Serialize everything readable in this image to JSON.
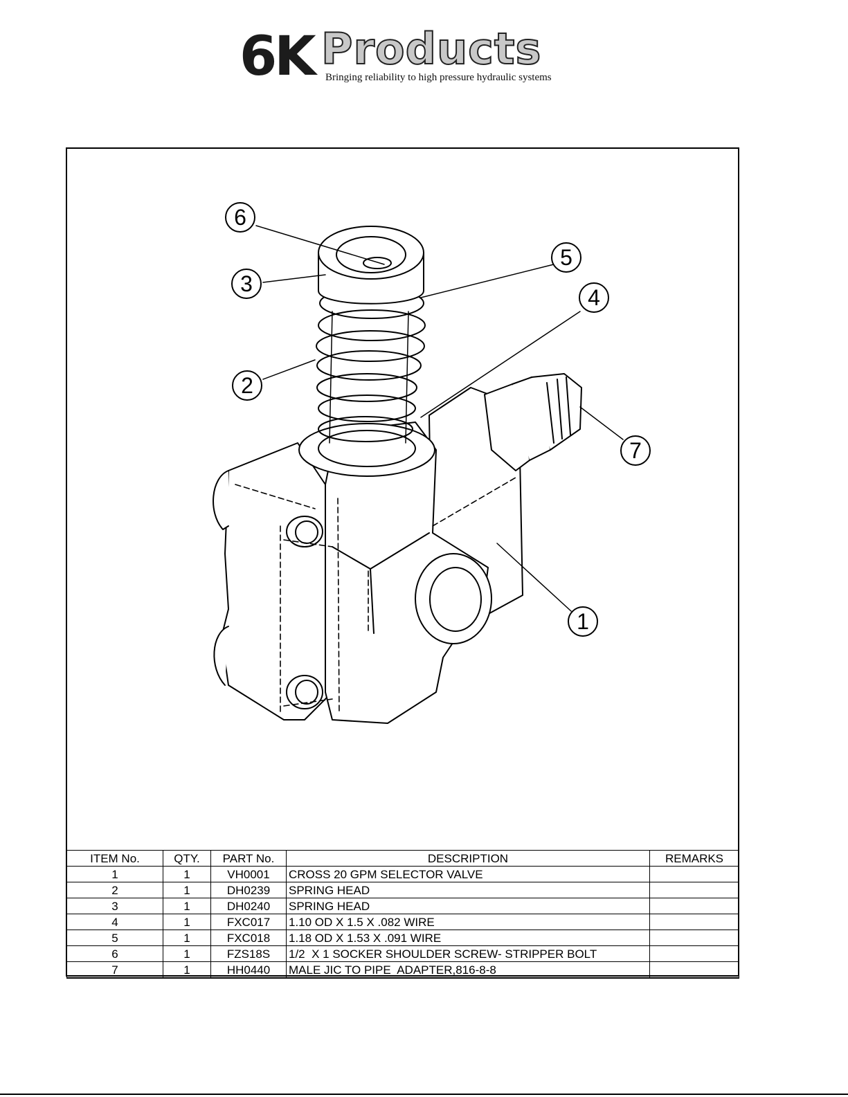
{
  "logo": {
    "mark": "6K",
    "name": "Products",
    "tagline": "Bringing reliability to high pressure hydraulic systems"
  },
  "callouts": [
    "6",
    "3",
    "5",
    "4",
    "2",
    "7",
    "1"
  ],
  "bom": {
    "headers": [
      "ITEM No.",
      "QTY.",
      "PART No.",
      "DESCRIPTION",
      "REMARKS"
    ],
    "rows": [
      {
        "item": "1",
        "qty": "1",
        "part": "VH0001",
        "desc": "CROSS 20 GPM SELECTOR VALVE",
        "remarks": ""
      },
      {
        "item": "2",
        "qty": "1",
        "part": "DH0239",
        "desc": "SPRING HEAD",
        "remarks": ""
      },
      {
        "item": "3",
        "qty": "1",
        "part": "DH0240",
        "desc": "SPRING HEAD",
        "remarks": ""
      },
      {
        "item": "4",
        "qty": "1",
        "part": "FXC017",
        "desc": "1.10 OD X 1.5 X .082 WIRE",
        "remarks": ""
      },
      {
        "item": "5",
        "qty": "1",
        "part": "FXC018",
        "desc": "1.18 OD X 1.53 X .091 WIRE",
        "remarks": ""
      },
      {
        "item": "6",
        "qty": "1",
        "part": "FZS18S",
        "desc": "1/2  X 1 SOCKER SHOULDER SCREW- STRIPPER BOLT",
        "remarks": ""
      },
      {
        "item": "7",
        "qty": "1",
        "part": "HH0440",
        "desc": "MALE JIC TO PIPE  ADAPTER,816-8-8",
        "remarks": ""
      }
    ]
  }
}
